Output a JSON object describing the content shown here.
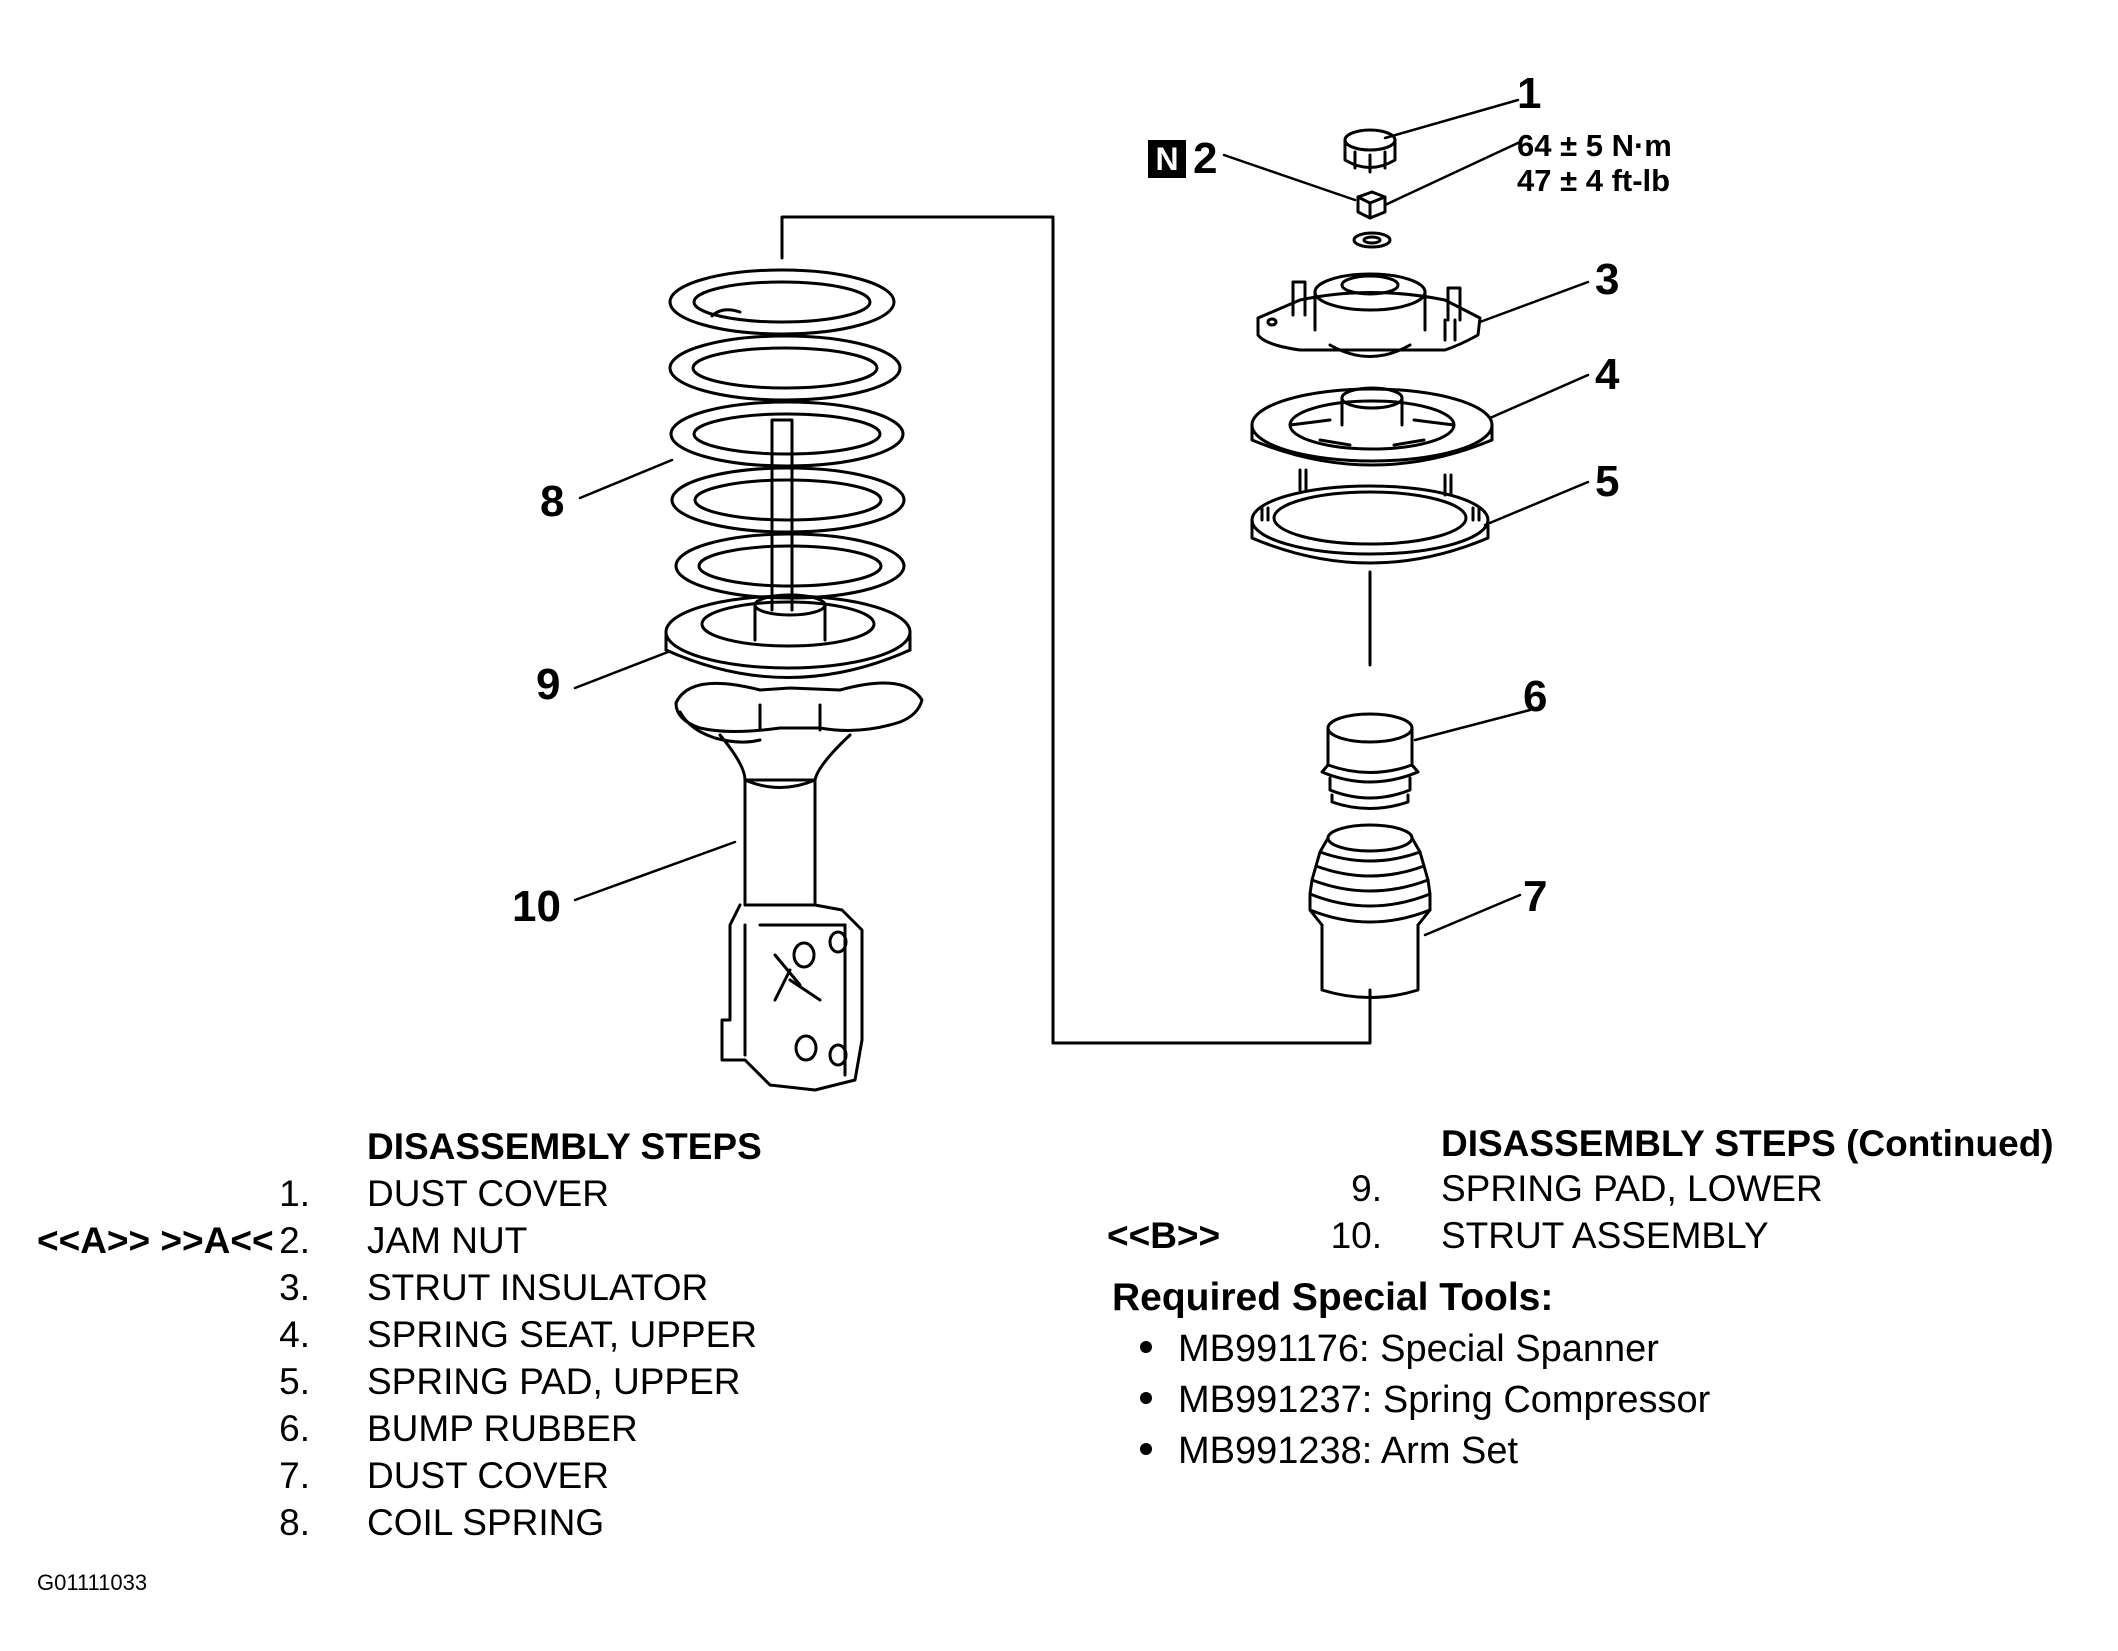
{
  "callouts": [
    "1",
    "2",
    "3",
    "4",
    "5",
    "6",
    "7",
    "8",
    "9",
    "10"
  ],
  "torque": {
    "metric": "64 ± 5 N·m",
    "imperial": "47 ± 4 ft-lb"
  },
  "badge": "N",
  "steps_left": {
    "heading": "DISASSEMBLY STEPS",
    "items": [
      {
        "num": "1.",
        "label": "DUST COVER"
      },
      {
        "num": "2.",
        "label": "JAM NUT",
        "ref": "<<A>> >>A<<"
      },
      {
        "num": "3.",
        "label": "STRUT INSULATOR"
      },
      {
        "num": "4.",
        "label": "SPRING SEAT, UPPER"
      },
      {
        "num": "5.",
        "label": "SPRING PAD, UPPER"
      },
      {
        "num": "6.",
        "label": "BUMP RUBBER"
      },
      {
        "num": "7.",
        "label": "DUST COVER"
      },
      {
        "num": "8.",
        "label": "COIL SPRING"
      }
    ]
  },
  "steps_right": {
    "heading": "DISASSEMBLY STEPS (Continued)",
    "items": [
      {
        "num": "9.",
        "label": "SPRING PAD, LOWER"
      },
      {
        "num": "10.",
        "label": "STRUT ASSEMBLY",
        "ref": "<<B>>"
      }
    ]
  },
  "tools": {
    "heading": "Required Special Tools:",
    "items": [
      "MB991176: Special Spanner",
      "MB991237: Spring Compressor",
      "MB991238: Arm Set"
    ]
  },
  "figure_id": "G01111033"
}
